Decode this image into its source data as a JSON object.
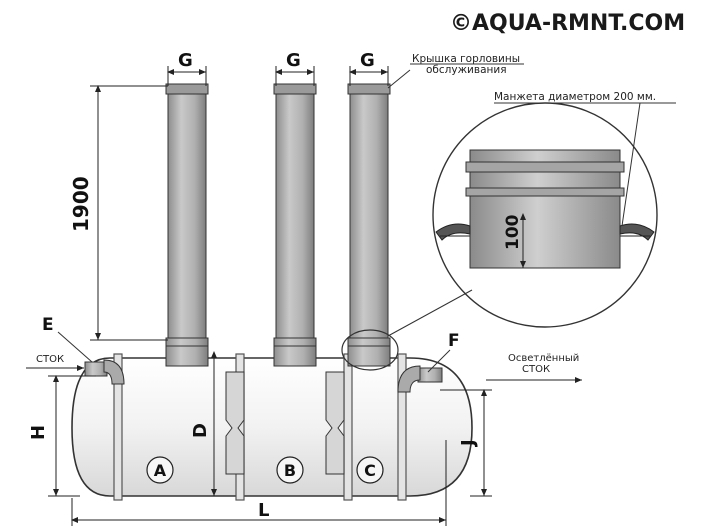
{
  "watermark": "©AQUA-RMNT.COM",
  "dims": {
    "g1": "G",
    "g2": "G",
    "g3": "G",
    "height_1900": "1900",
    "e": "E",
    "f": "F",
    "h": "H",
    "d": "D",
    "j": "J",
    "l": "L",
    "hundred": "100"
  },
  "labels": {
    "cover_line1": "Крышка горловины",
    "cover_line2": "обслуживания",
    "cuff": "Манжета диаметром 200 мм.",
    "inflow": "СТОК",
    "outflow_line1": "Осветлённый",
    "outflow_line2": "СТОК"
  },
  "chambers": {
    "a": "A",
    "b": "B",
    "c": "C"
  },
  "colors": {
    "tank": "#efefef",
    "pipe": "#b9b9b9",
    "line": "#333333"
  }
}
